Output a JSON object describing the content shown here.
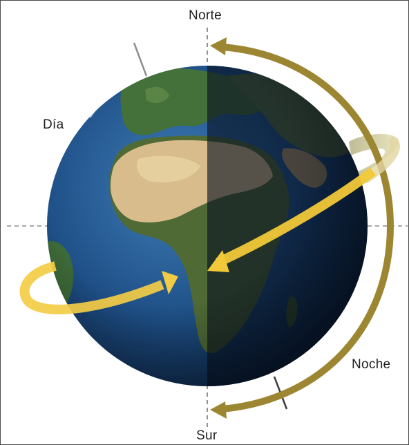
{
  "labels": {
    "north": "Norte",
    "day": "Día",
    "night": "Noche",
    "south": "Sur"
  },
  "colors": {
    "ocean": "#1d4f86",
    "land_green": "#3b6a32",
    "desert": "#d9bd8a",
    "rotation_arrow": "#f0c53a",
    "orbit_arrow": "#9a8430",
    "night_shade": "#081220"
  },
  "icons": {
    "globe": "earth-globe",
    "rotation": "rotation-arrow",
    "orbit": "north-south-arrow"
  }
}
